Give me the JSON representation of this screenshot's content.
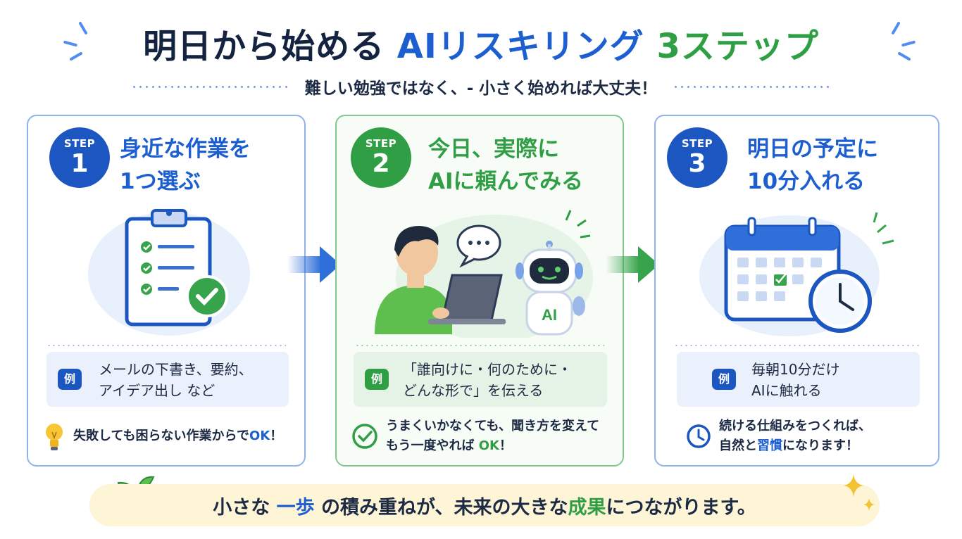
{
  "title": {
    "part1": "明日から始める",
    "part2": "AIリスキリング",
    "part3": "3ステップ"
  },
  "subtitle": "難しい勉強ではなく、- 小さく始めれば大丈夫！",
  "steps": [
    {
      "badge_label": "STEP",
      "badge_number": "1",
      "heading_line1": "身近な作業を",
      "heading_line2": "1つ選ぶ",
      "example_label": "例",
      "example_line1": "メールの下書き、要約、",
      "example_line2": "アイデア出し など",
      "tip_text": "失敗しても困らない作業から",
      "tip_text_suffix": "で",
      "tip_ok": "OK",
      "tip_end": "！",
      "icon": "clipboard-checklist-icon",
      "tip_icon": "lightbulb-icon"
    },
    {
      "badge_label": "STEP",
      "badge_number": "2",
      "heading_line1": "今日、実際に",
      "heading_line2": "AIに頼んでみる",
      "example_label": "例",
      "example_line1": "「誰向けに・何のために・",
      "example_line2": "どんな形で」を伝える",
      "tip_line1": "うまくいかなくても、聞き方を変えて",
      "tip_line2_pre": "もう一度やれば ",
      "tip_ok": "OK",
      "tip_end": "！",
      "robot_label": "AI",
      "icon": "person-with-robot-icon",
      "tip_icon": "check-circle-icon"
    },
    {
      "badge_label": "STEP",
      "badge_number": "3",
      "heading_line1": "明日の予定に",
      "heading_line2": "10分入れる",
      "example_label": "例",
      "example_line1": "毎朝10分だけ",
      "example_line2": "AIに触れる",
      "tip_line1": "続ける仕組みをつくれば、",
      "tip_line2_pre": "自然と",
      "tip_hl": "習慣",
      "tip_line2_post": "になります！",
      "icon": "calendar-clock-icon",
      "tip_icon": "clock-icon"
    }
  ],
  "bottom": {
    "pre": "小さな",
    "b": "一歩",
    "mid": "の積み重ねが、未来の大きな",
    "g": "成果",
    "post": "につながります。"
  },
  "colors": {
    "blue": "#1d5fd0",
    "green": "#2f9e44",
    "navy": "#14233f",
    "banner": "#fdf5d6"
  }
}
